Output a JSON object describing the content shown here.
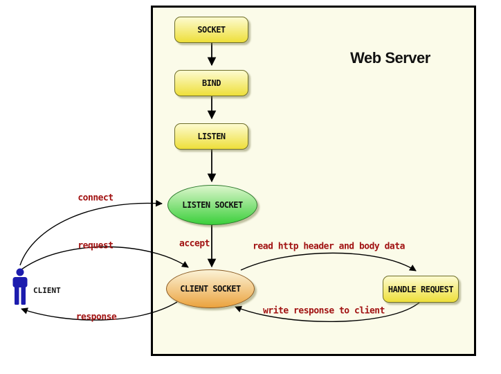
{
  "panel": {
    "title": "Web Server"
  },
  "nodes": {
    "socket": {
      "label": "SOCKET"
    },
    "bind": {
      "label": "BIND"
    },
    "listen": {
      "label": "LISTEN"
    },
    "listen_socket": {
      "label": "LISTEN SOCKET"
    },
    "client_socket": {
      "label": "CLIENT SOCKET"
    },
    "handle_request": {
      "label": "HANDLE REQUEST"
    }
  },
  "actor": {
    "label": "CLIENT"
  },
  "edges": {
    "connect": {
      "label": "connect"
    },
    "request": {
      "label": "request"
    },
    "response": {
      "label": "response"
    },
    "accept": {
      "label": "accept"
    },
    "read": {
      "label": "read http header and body data"
    },
    "write": {
      "label": "write response to client"
    }
  },
  "colors": {
    "canvas-bg": "#ffffff",
    "panel-bg": "#fbfbe9",
    "panel-border": "#000000",
    "yellow-top": "#fdfbd0",
    "yellow-bottom": "#eedf3a",
    "yellow-border": "#6e6e28",
    "green-top": "#dcf6cc",
    "green-bottom": "#3bcf3b",
    "green-border": "#2d7a2d",
    "orange-top": "#fbf2d6",
    "orange-bottom": "#eba33e",
    "orange-border": "#8a5a22",
    "label-red": "#a11212",
    "text-black": "#111111",
    "actor-blue": "#1c1cae",
    "edge-black": "#000000"
  }
}
